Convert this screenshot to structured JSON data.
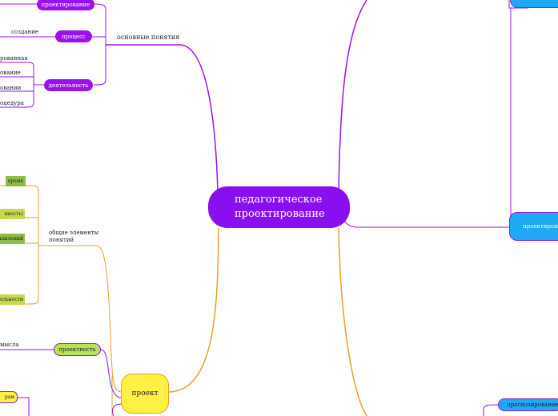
{
  "center": {
    "title": "педагогическое проектирование"
  },
  "branches": {
    "basic": {
      "label": "основные понятия",
      "nodes": {
        "designing": "проектирование",
        "process": "процесс",
        "activity": "деятельность"
      },
      "leaves": {
        "creation": "создание",
        "organized": "рованная",
        "planning": "ование",
        "conception": "овании",
        "procedure": "оцедура"
      }
    },
    "common": {
      "label_line1": "общие элементы",
      "label_line2": "понятий",
      "items": [
        "время",
        "вность)",
        "мышлений",
        "ельности"
      ]
    },
    "project": {
      "label": "проект",
      "projectness": "проектность",
      "meaning": "мысла",
      "bottom_item": "рам"
    },
    "right": {
      "designer": "проектировщ",
      "forecasting": "прогнозирование"
    }
  },
  "colors": {
    "purple": "#9b10ee",
    "orange": "#f29b27",
    "blue": "#1ea9f5",
    "yellow": "#fef044",
    "green": "#8dbd48"
  }
}
